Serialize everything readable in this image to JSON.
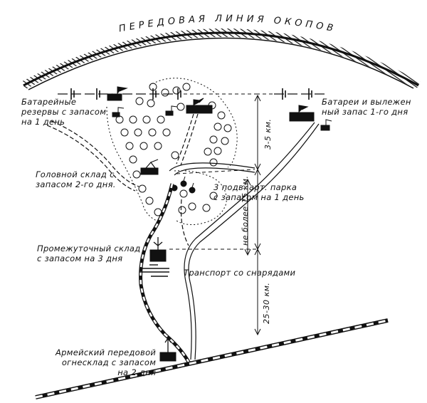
{
  "diagram": {
    "front_line_label": "ПЕРЕДОВАЯ ЛИНИЯ ОКОПОВ",
    "battery_reserve_left": [
      "Батарейные",
      "резервы с запасом",
      "на 1 день"
    ],
    "battery_reserve_right": [
      "Батареи и вылежен",
      "ный запас 1-го дня"
    ],
    "head_depot": [
      "Головной склад с",
      "запасом 2-го дня."
    ],
    "ammo_park": [
      "3 подв. арт. парка",
      "с запасом на 1 день"
    ],
    "intermediate_depot": [
      "Промежуточный склад",
      "с запасом на 3 дня"
    ],
    "transport_label": "Транспорт со снарядами",
    "army_depot": [
      "Армейский передовой",
      "огнесклад с запасом",
      "на 2 дня"
    ],
    "dist_1": "3-5 км.",
    "dist_2": "не более 15 км.",
    "dist_3": "25-30 км."
  }
}
